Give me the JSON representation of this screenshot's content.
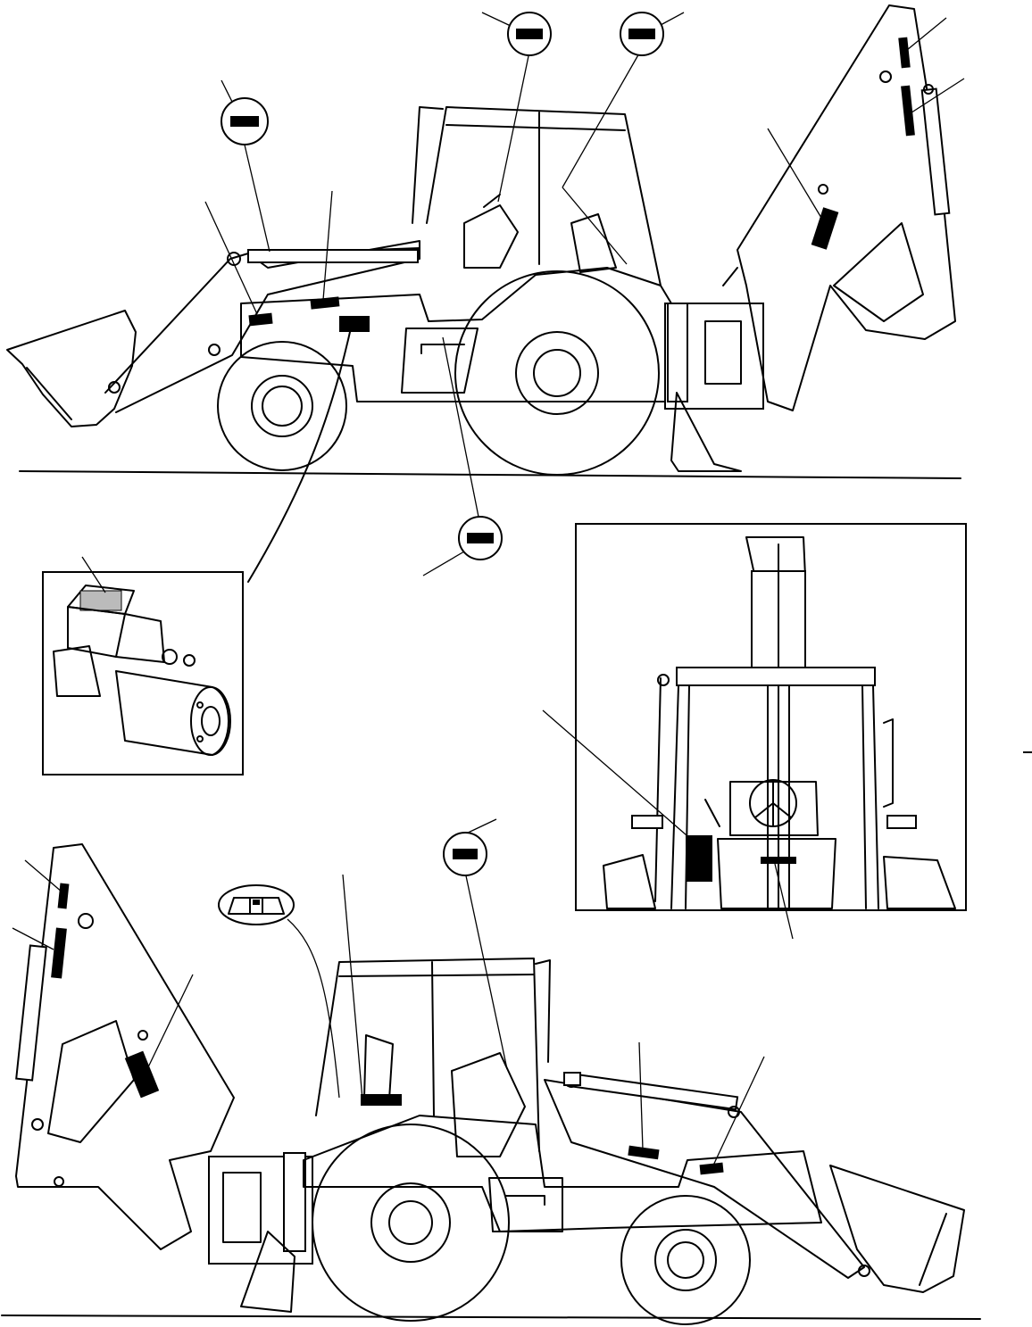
{
  "figure": {
    "views": [
      "left-side-view",
      "starter-motor-detail",
      "rear-view",
      "right-side-view"
    ],
    "ground_lines": 2,
    "callout_bubbles": 5,
    "label_marks": 17
  }
}
